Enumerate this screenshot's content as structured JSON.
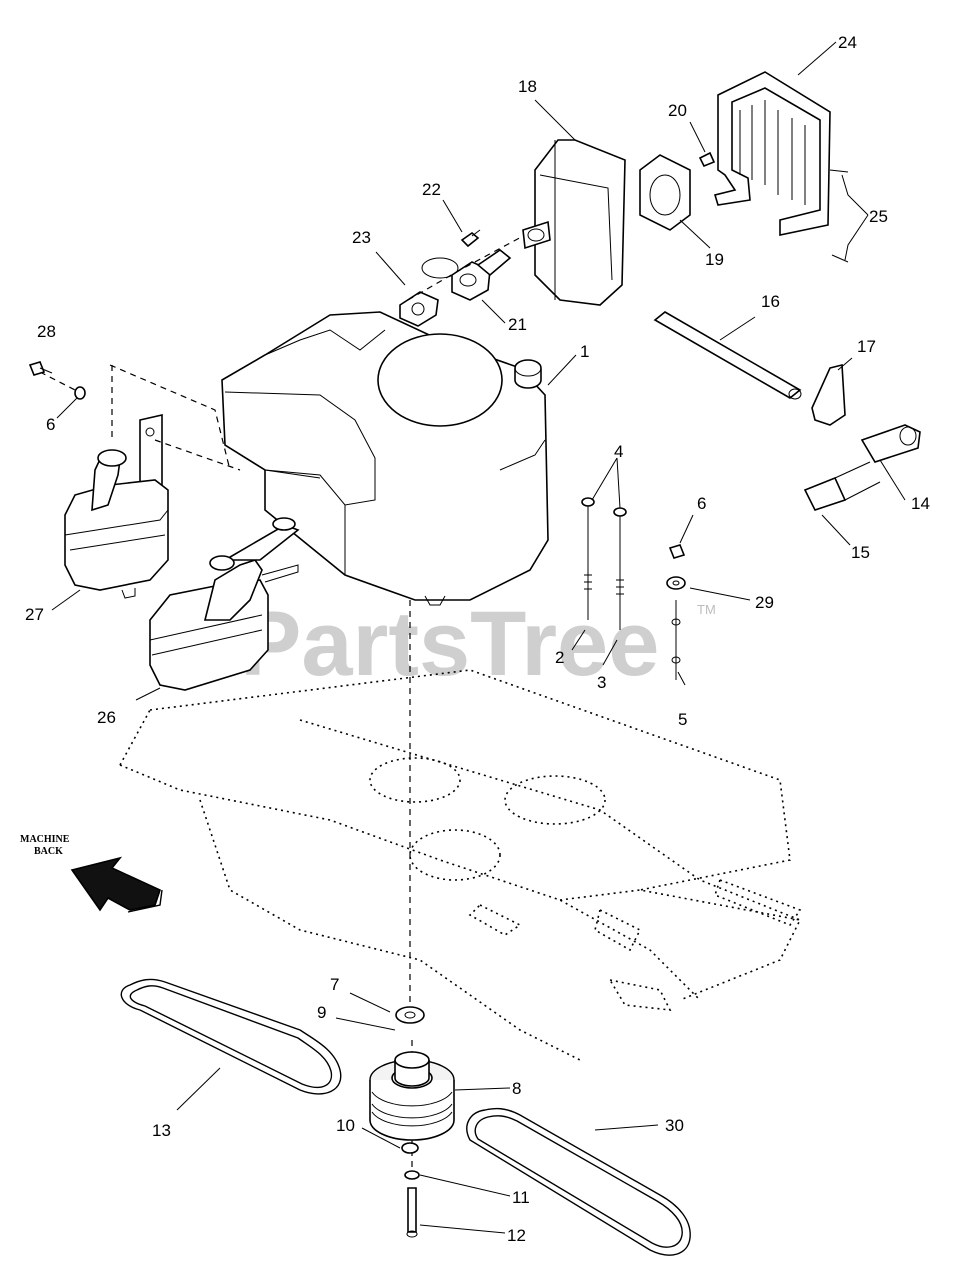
{
  "watermark": {
    "text": "PartsTree",
    "trademark": "TM"
  },
  "direction_label": {
    "line1": "MACHINE",
    "line2": "BACK"
  },
  "callouts": [
    {
      "id": "c1",
      "text": "1"
    },
    {
      "id": "c2",
      "text": "2"
    },
    {
      "id": "c3",
      "text": "3"
    },
    {
      "id": "c4",
      "text": "4"
    },
    {
      "id": "c5",
      "text": "5"
    },
    {
      "id": "c6a",
      "text": "6"
    },
    {
      "id": "c6b",
      "text": "6"
    },
    {
      "id": "c7",
      "text": "7"
    },
    {
      "id": "c8",
      "text": "8"
    },
    {
      "id": "c9",
      "text": "9"
    },
    {
      "id": "c10",
      "text": "10"
    },
    {
      "id": "c11",
      "text": "11"
    },
    {
      "id": "c12",
      "text": "12"
    },
    {
      "id": "c13",
      "text": "13"
    },
    {
      "id": "c14",
      "text": "14"
    },
    {
      "id": "c15",
      "text": "15"
    },
    {
      "id": "c16",
      "text": "16"
    },
    {
      "id": "c17",
      "text": "17"
    },
    {
      "id": "c18",
      "text": "18"
    },
    {
      "id": "c19",
      "text": "19"
    },
    {
      "id": "c20",
      "text": "20"
    },
    {
      "id": "c21",
      "text": "21"
    },
    {
      "id": "c22",
      "text": "22"
    },
    {
      "id": "c23",
      "text": "23"
    },
    {
      "id": "c24",
      "text": "24"
    },
    {
      "id": "c25",
      "text": "25"
    },
    {
      "id": "c26",
      "text": "26"
    },
    {
      "id": "c27",
      "text": "27"
    },
    {
      "id": "c28",
      "text": "28"
    },
    {
      "id": "c29",
      "text": "29"
    },
    {
      "id": "c30",
      "text": "30"
    }
  ]
}
